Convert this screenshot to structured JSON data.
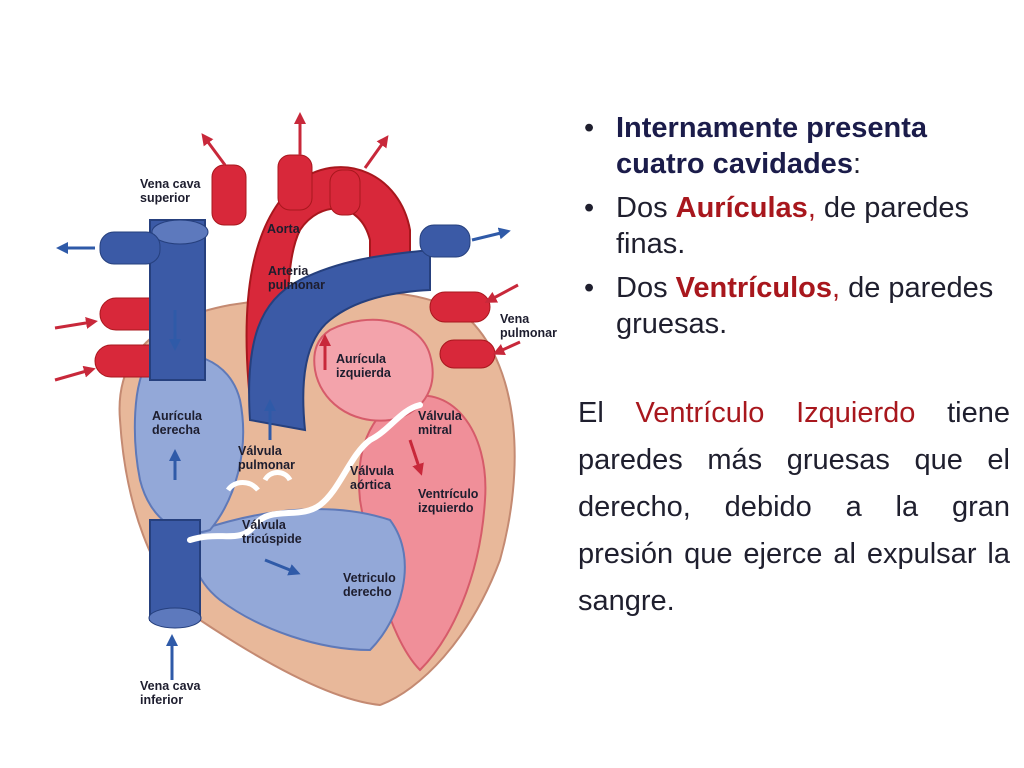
{
  "diagram": {
    "labels": {
      "vena_cava_superior": [
        "Vena cava",
        "superior"
      ],
      "aorta": "Aorta",
      "arteria_pulmonar": [
        "Arteria",
        "pulmonar"
      ],
      "vena_pulmonar": [
        "Vena",
        "pulmonar"
      ],
      "auricula_izquierda": [
        "Aurícula",
        "izquierda"
      ],
      "auricula_derecha": [
        "Aurícula",
        "derecha"
      ],
      "valvula_mitral": [
        "Válvula",
        "mitral"
      ],
      "valvula_pulmonar": [
        "Válvula",
        "pulmonar"
      ],
      "valvula_aortica": [
        "Válvula",
        "aórtica"
      ],
      "ventriculo_izquierdo": [
        "Ventrículo",
        "izquierdo"
      ],
      "valvula_tricuspide": [
        "Válvula",
        "tricúspide"
      ],
      "ventriculo_derecho": [
        "Vetriculo",
        "derecho"
      ],
      "vena_cava_inferior": [
        "Vena cava",
        "inferior"
      ]
    },
    "colors": {
      "oxygenated": "#d8283a",
      "deoxygenated": "#3b5aa6",
      "wall": "#e8b89a",
      "left_chamber": "#f08f99",
      "right_chamber": "#93a8d8"
    }
  },
  "bullets": [
    {
      "bullet": "•",
      "strong": "Internamente presenta cuatro cavidades",
      "rest": ":"
    },
    {
      "bullet": "•",
      "pre": "Dos ",
      "strong": "Aurículas",
      "comma": ",",
      "rest": " de paredes finas."
    },
    {
      "bullet": "•",
      "pre": "Dos ",
      "strong": "Ventrículos",
      "comma": ",",
      "rest": " de paredes gruesas."
    }
  ],
  "paragraph": {
    "pre": "El ",
    "term": "Ventrículo Izquierdo",
    "rest": " tiene paredes más gruesas que el derecho, debido a la gran presión que ejerce al expulsar la sangre."
  }
}
